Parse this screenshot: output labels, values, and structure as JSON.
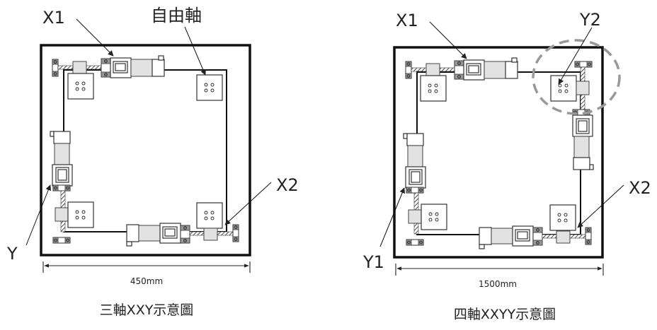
{
  "diagrams": [
    {
      "id": "three-axis",
      "labels": {
        "x1": "X1",
        "free_axis": "自由軸",
        "y": "Y",
        "x2": "X2"
      },
      "dimension": "450mm",
      "caption": "三軸XXY示意圖"
    },
    {
      "id": "four-axis",
      "labels": {
        "x1": "X1",
        "y2": "Y2",
        "y1": "Y1",
        "x2": "X2"
      },
      "dimension": "1500mm",
      "caption": "四軸XXYY示意圖"
    }
  ],
  "colors": {
    "line": "#111111",
    "motor_fill": "#e2e2e2",
    "highlight_circle": "#999999"
  }
}
